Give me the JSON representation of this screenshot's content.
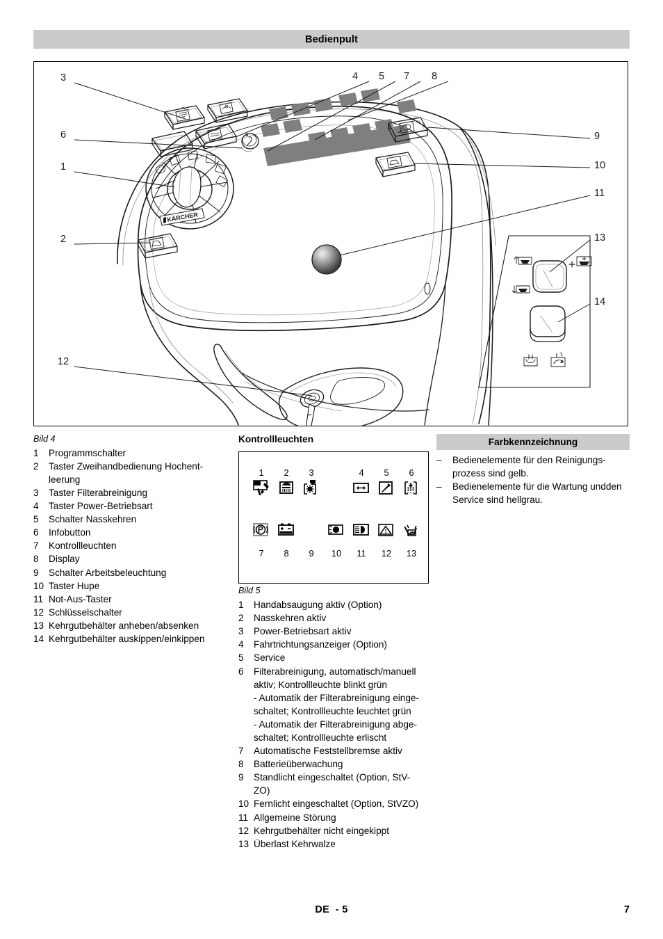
{
  "header": {
    "title": "Bedienpult"
  },
  "figure4": {
    "caption": "Bild 4",
    "callouts": [
      "1",
      "2",
      "3",
      "4",
      "5",
      "6",
      "7",
      "8",
      "9",
      "10",
      "11",
      "12",
      "13",
      "14"
    ],
    "items": [
      {
        "n": "1",
        "label": "Programmschalter"
      },
      {
        "n": "2",
        "label": "Taster Zweihandbedienung Hochent-",
        "label2": "leerung"
      },
      {
        "n": "3",
        "label": "Taster Filterabreinigung"
      },
      {
        "n": "4",
        "label": "Taster Power-Betriebsart"
      },
      {
        "n": "5",
        "label": "Schalter Nasskehren"
      },
      {
        "n": "6",
        "label": "Infobutton"
      },
      {
        "n": "7",
        "label": "Kontrollleuchten"
      },
      {
        "n": "8",
        "label": "Display"
      },
      {
        "n": "9",
        "label": "Schalter Arbeitsbeleuchtung"
      },
      {
        "n": "10",
        "label": "Taster Hupe"
      },
      {
        "n": "11",
        "label": "Not-Aus-Taster"
      },
      {
        "n": "12",
        "label": "Schlüsselschalter"
      },
      {
        "n": "13",
        "label": "Kehrgutbehälter anheben/absenken"
      },
      {
        "n": "14",
        "label": "Kehrgutbehälter auskippen/einkippen"
      }
    ]
  },
  "lamps": {
    "title": "Kontrollleuchten",
    "caption": "Bild 5",
    "row1_numbers": [
      "1",
      "2",
      "3",
      "4",
      "5",
      "6"
    ],
    "row2_numbers": [
      "7",
      "8",
      "9",
      "10",
      "11",
      "12",
      "13"
    ],
    "row1_icons": [
      "hand-suction-icon",
      "wet-sweep-icon",
      "power-mode-icon",
      "direction-indicator-icon",
      "service-wrench-icon",
      "filter-cleaning-auto-icon"
    ],
    "row2_icons": [
      "parking-brake-icon",
      "battery-icon",
      "parking-light-icon",
      "high-beam-icon",
      "general-fault-icon",
      "hopper-not-tipped-icon",
      "sweep-roller-overload-icon"
    ],
    "items": [
      {
        "n": "1",
        "label": "Handabsaugung aktiv (Option)"
      },
      {
        "n": "2",
        "label": "Nasskehren aktiv"
      },
      {
        "n": "3",
        "label": "Power-Betriebsart aktiv"
      },
      {
        "n": "4",
        "label": "Fahrtrichtungsanzeiger (Option)"
      },
      {
        "n": "5",
        "label": "Service"
      },
      {
        "n": "6",
        "label": "Filterabreinigung, automatisch/manuell",
        "lines": [
          "aktiv; Kontrollleuchte blinkt grün",
          "- Automatik der Filterabreinigung einge-",
          "schaltet; Kontrollleuchte leuchtet grün",
          "- Automatik der Filterabreinigung abge-",
          "schaltet; Kontrollleuchte erlischt"
        ]
      },
      {
        "n": "7",
        "label": "Automatische Feststellbremse aktiv"
      },
      {
        "n": "8",
        "label": "Batterieüberwachung"
      },
      {
        "n": "9",
        "label": "Standlicht eingeschaltet (Option, StV-",
        "label2": "ZO)"
      },
      {
        "n": "10",
        "label": "Fernlicht eingeschaltet (Option, StVZO)"
      },
      {
        "n": "11",
        "label": "Allgemeine Störung"
      },
      {
        "n": "12",
        "label": "Kehrgutbehälter nicht eingekippt"
      },
      {
        "n": "13",
        "label": "Überlast Kehrwalze"
      }
    ]
  },
  "colorcode": {
    "title": "Farbkennzeichnung",
    "items": [
      {
        "dash": "–",
        "label": "Bedienelemente für den Reinigungs-",
        "label2": "prozess sind gelb."
      },
      {
        "dash": "–",
        "label": "Bedienelemente für die Wartung und",
        "label2": "den Service sind hellgrau."
      }
    ]
  },
  "footer": {
    "language": "DE",
    "section": "- 5",
    "page": "7"
  },
  "colors": {
    "bar": "#cacaca",
    "display_pixel": "#7f7f7f",
    "line": "#1a1a1a"
  }
}
